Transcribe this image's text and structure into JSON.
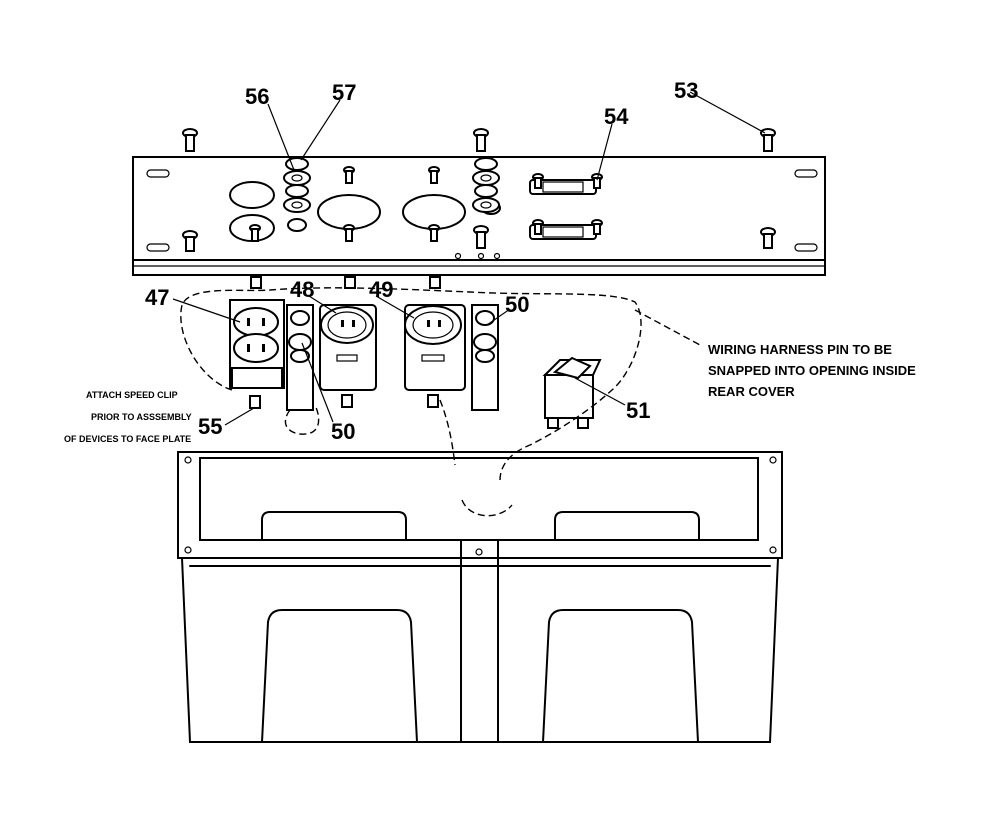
{
  "callouts": {
    "c47": "47",
    "c48": "48",
    "c49": "49",
    "c50a": "50",
    "c50b": "50",
    "c51": "51",
    "c53": "53",
    "c54": "54",
    "c55": "55",
    "c56": "56",
    "c57": "57"
  },
  "notes": {
    "harness": [
      "WIRING HARNESS PIN TO BE",
      "SNAPPED INTO OPENING INSIDE",
      "REAR COVER"
    ],
    "clip": [
      "ATTACH SPEED CLIP",
      "PRIOR TO ASSSEMBLY",
      "OF DEVICES TO FACE PLATE"
    ]
  }
}
